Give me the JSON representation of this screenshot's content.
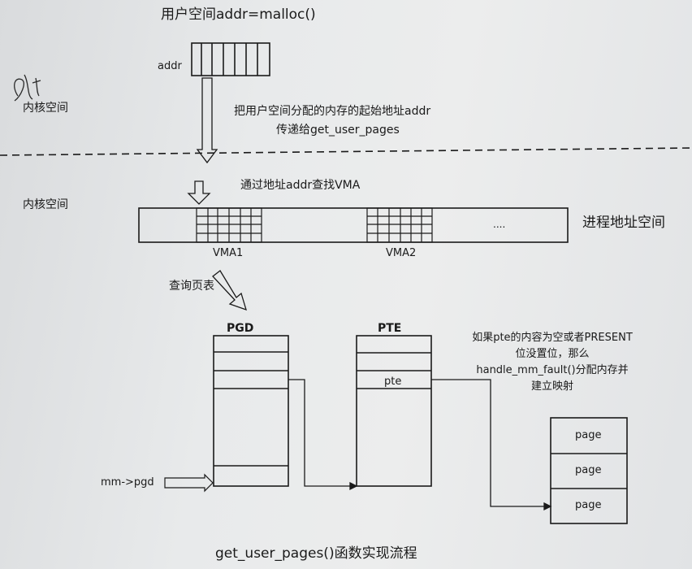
{
  "top": {
    "title": "用户空间addr=malloc()",
    "addr_label": "addr",
    "kernel_label_1": "内核空间"
  },
  "notes": {
    "pass_addr_line1": "把用户空间分配的内存的起始地址addr",
    "pass_addr_line2": "传递给get_user_pages",
    "find_vma": "通过地址addr查找VMA",
    "query_page_table": "查询页表"
  },
  "process_space": {
    "kernel_label_2": "内核空间",
    "label": "进程地址空间",
    "vma1": "VMA1",
    "vma2": "VMA2",
    "ellipsis": "...."
  },
  "tables": {
    "pgd": "PGD",
    "pte": "PTE",
    "pte_entry": "pte",
    "mm_pgd": "mm->pgd"
  },
  "condition": {
    "text": "如果pte的内容为空或者PRESENT位没置位，那么handle_mm_fault()分配内存并建立映射"
  },
  "pages": [
    "page",
    "page",
    "page"
  ],
  "caption": "get_user_pages()函数实现流程",
  "colors": {
    "ink": "#1a1a1a",
    "paper": "#e6e8e9"
  }
}
